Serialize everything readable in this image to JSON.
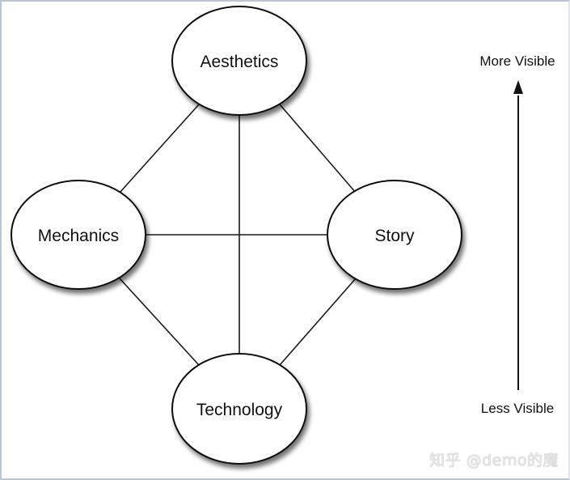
{
  "diagram": {
    "nodes": {
      "aesthetics": "Aesthetics",
      "mechanics": "Mechanics",
      "story": "Story",
      "technology": "Technology"
    },
    "edges": [
      [
        "aesthetics",
        "mechanics"
      ],
      [
        "aesthetics",
        "story"
      ],
      [
        "aesthetics",
        "technology"
      ],
      [
        "mechanics",
        "story"
      ],
      [
        "mechanics",
        "technology"
      ],
      [
        "story",
        "technology"
      ]
    ],
    "visibility_axis": {
      "top_label": "More Visible",
      "bottom_label": "Less Visible",
      "direction": "up"
    }
  },
  "watermark": "知乎 @demo的魔"
}
